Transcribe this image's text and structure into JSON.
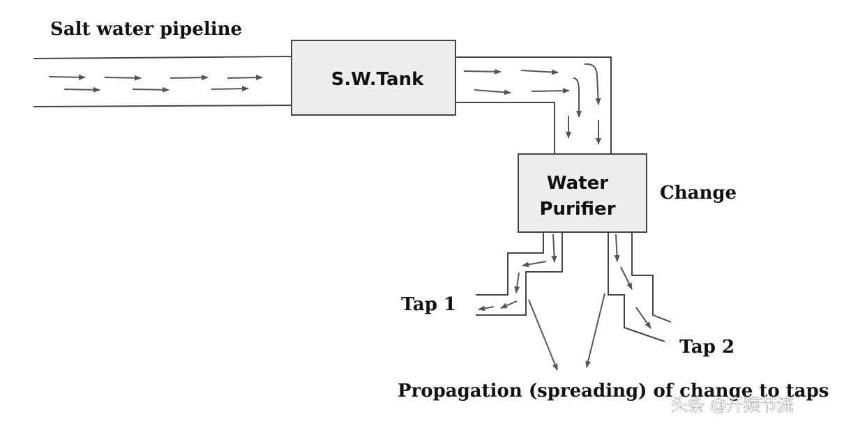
{
  "labels": {
    "pipeline": "Salt water pipeline",
    "tank": "S.W.Tank",
    "purifier_line1": "Water",
    "purifier_line2": "Purifier",
    "change": "Change",
    "tap1": "Tap 1",
    "tap2": "Tap 2",
    "propagation": "Propagation (spreading) of change to taps",
    "watermark": "头条 @开猿节流"
  },
  "colors": {
    "line": "#444444",
    "arrow": "#555555",
    "box_fill": "#eeeeee",
    "text": "#111111"
  }
}
